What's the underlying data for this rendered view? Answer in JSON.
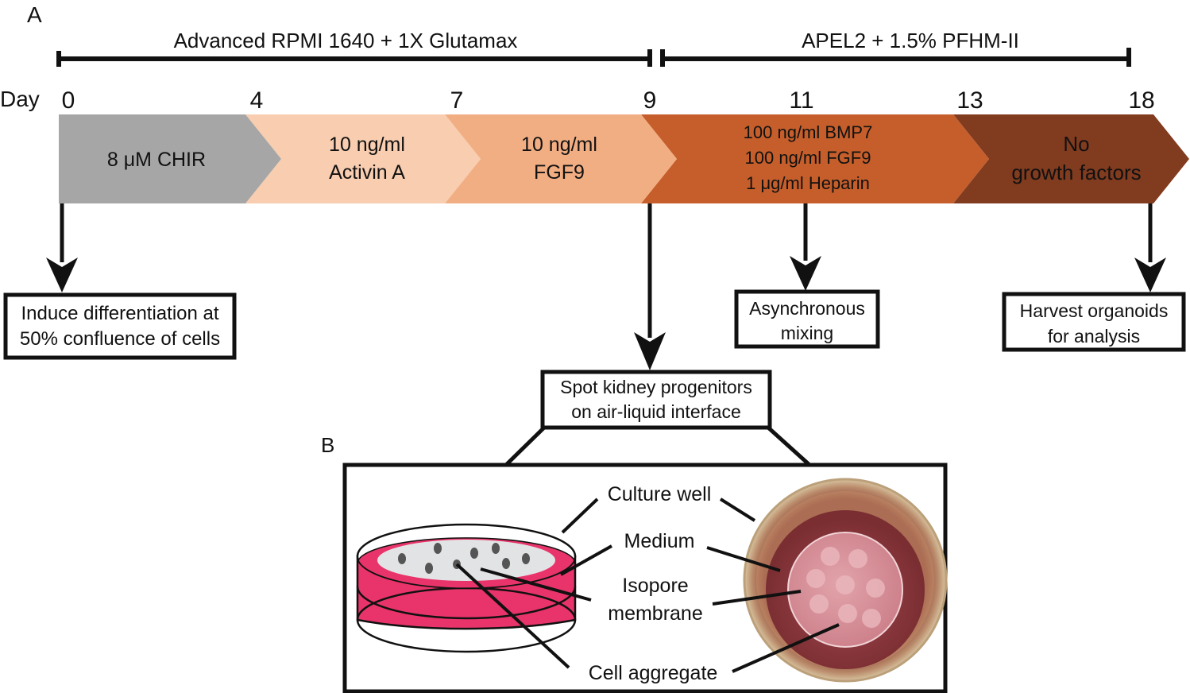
{
  "panel_a": {
    "label": "A",
    "media": [
      {
        "label": "Advanced RPMI 1640 + 1X Glutamax",
        "from_day": 0,
        "to_day": 9
      },
      {
        "label": "APEL2 + 1.5% PFHM-II",
        "from_day": 9,
        "to_day": 18
      }
    ],
    "day_label": "Day",
    "days": [
      "0",
      "4",
      "7",
      "9",
      "11",
      "13",
      "18"
    ],
    "stages": [
      {
        "lines": [
          "8 μM CHIR"
        ],
        "color": "#a6a6a6",
        "text_color": "#111111"
      },
      {
        "lines": [
          "10 ng/ml",
          "Activin A"
        ],
        "color": "#f8cdb0",
        "text_color": "#111111"
      },
      {
        "lines": [
          "10 ng/ml",
          "FGF9"
        ],
        "color": "#f2ae83",
        "text_color": "#111111"
      },
      {
        "lines": [
          "100 ng/ml BMP7",
          "100 ng/ml FGF9",
          "1 μg/ml Heparin"
        ],
        "color": "#c55e2b",
        "text_color": "#111111"
      },
      {
        "lines": [
          "No",
          "growth factors"
        ],
        "color": "#813b1f",
        "text_color": "#ffffff"
      }
    ],
    "events": [
      {
        "day": "0",
        "lines": [
          "Induce differentiation at",
          "50% confluence of cells"
        ]
      },
      {
        "day": "9",
        "lines": [
          "Spot kidney progenitors",
          "on air-liquid interface"
        ]
      },
      {
        "day": "11",
        "lines": [
          "Asynchronous",
          "mixing"
        ]
      },
      {
        "day": "18",
        "lines": [
          "Harvest organoids",
          "for analysis"
        ]
      }
    ]
  },
  "panel_b": {
    "label": "B",
    "callouts": {
      "culture_well": "Culture well",
      "medium": "Medium",
      "isopore_1": "Isopore",
      "isopore_2": "membrane",
      "cell_aggregate": "Cell aggregate"
    },
    "colors": {
      "medium": "#e8346a",
      "membrane": "#e2e3e5",
      "aggregate": "#555555",
      "photo_rim": "#c9a27a",
      "photo_medium": "#8a3a3e",
      "photo_membrane": "#d98a93"
    }
  }
}
